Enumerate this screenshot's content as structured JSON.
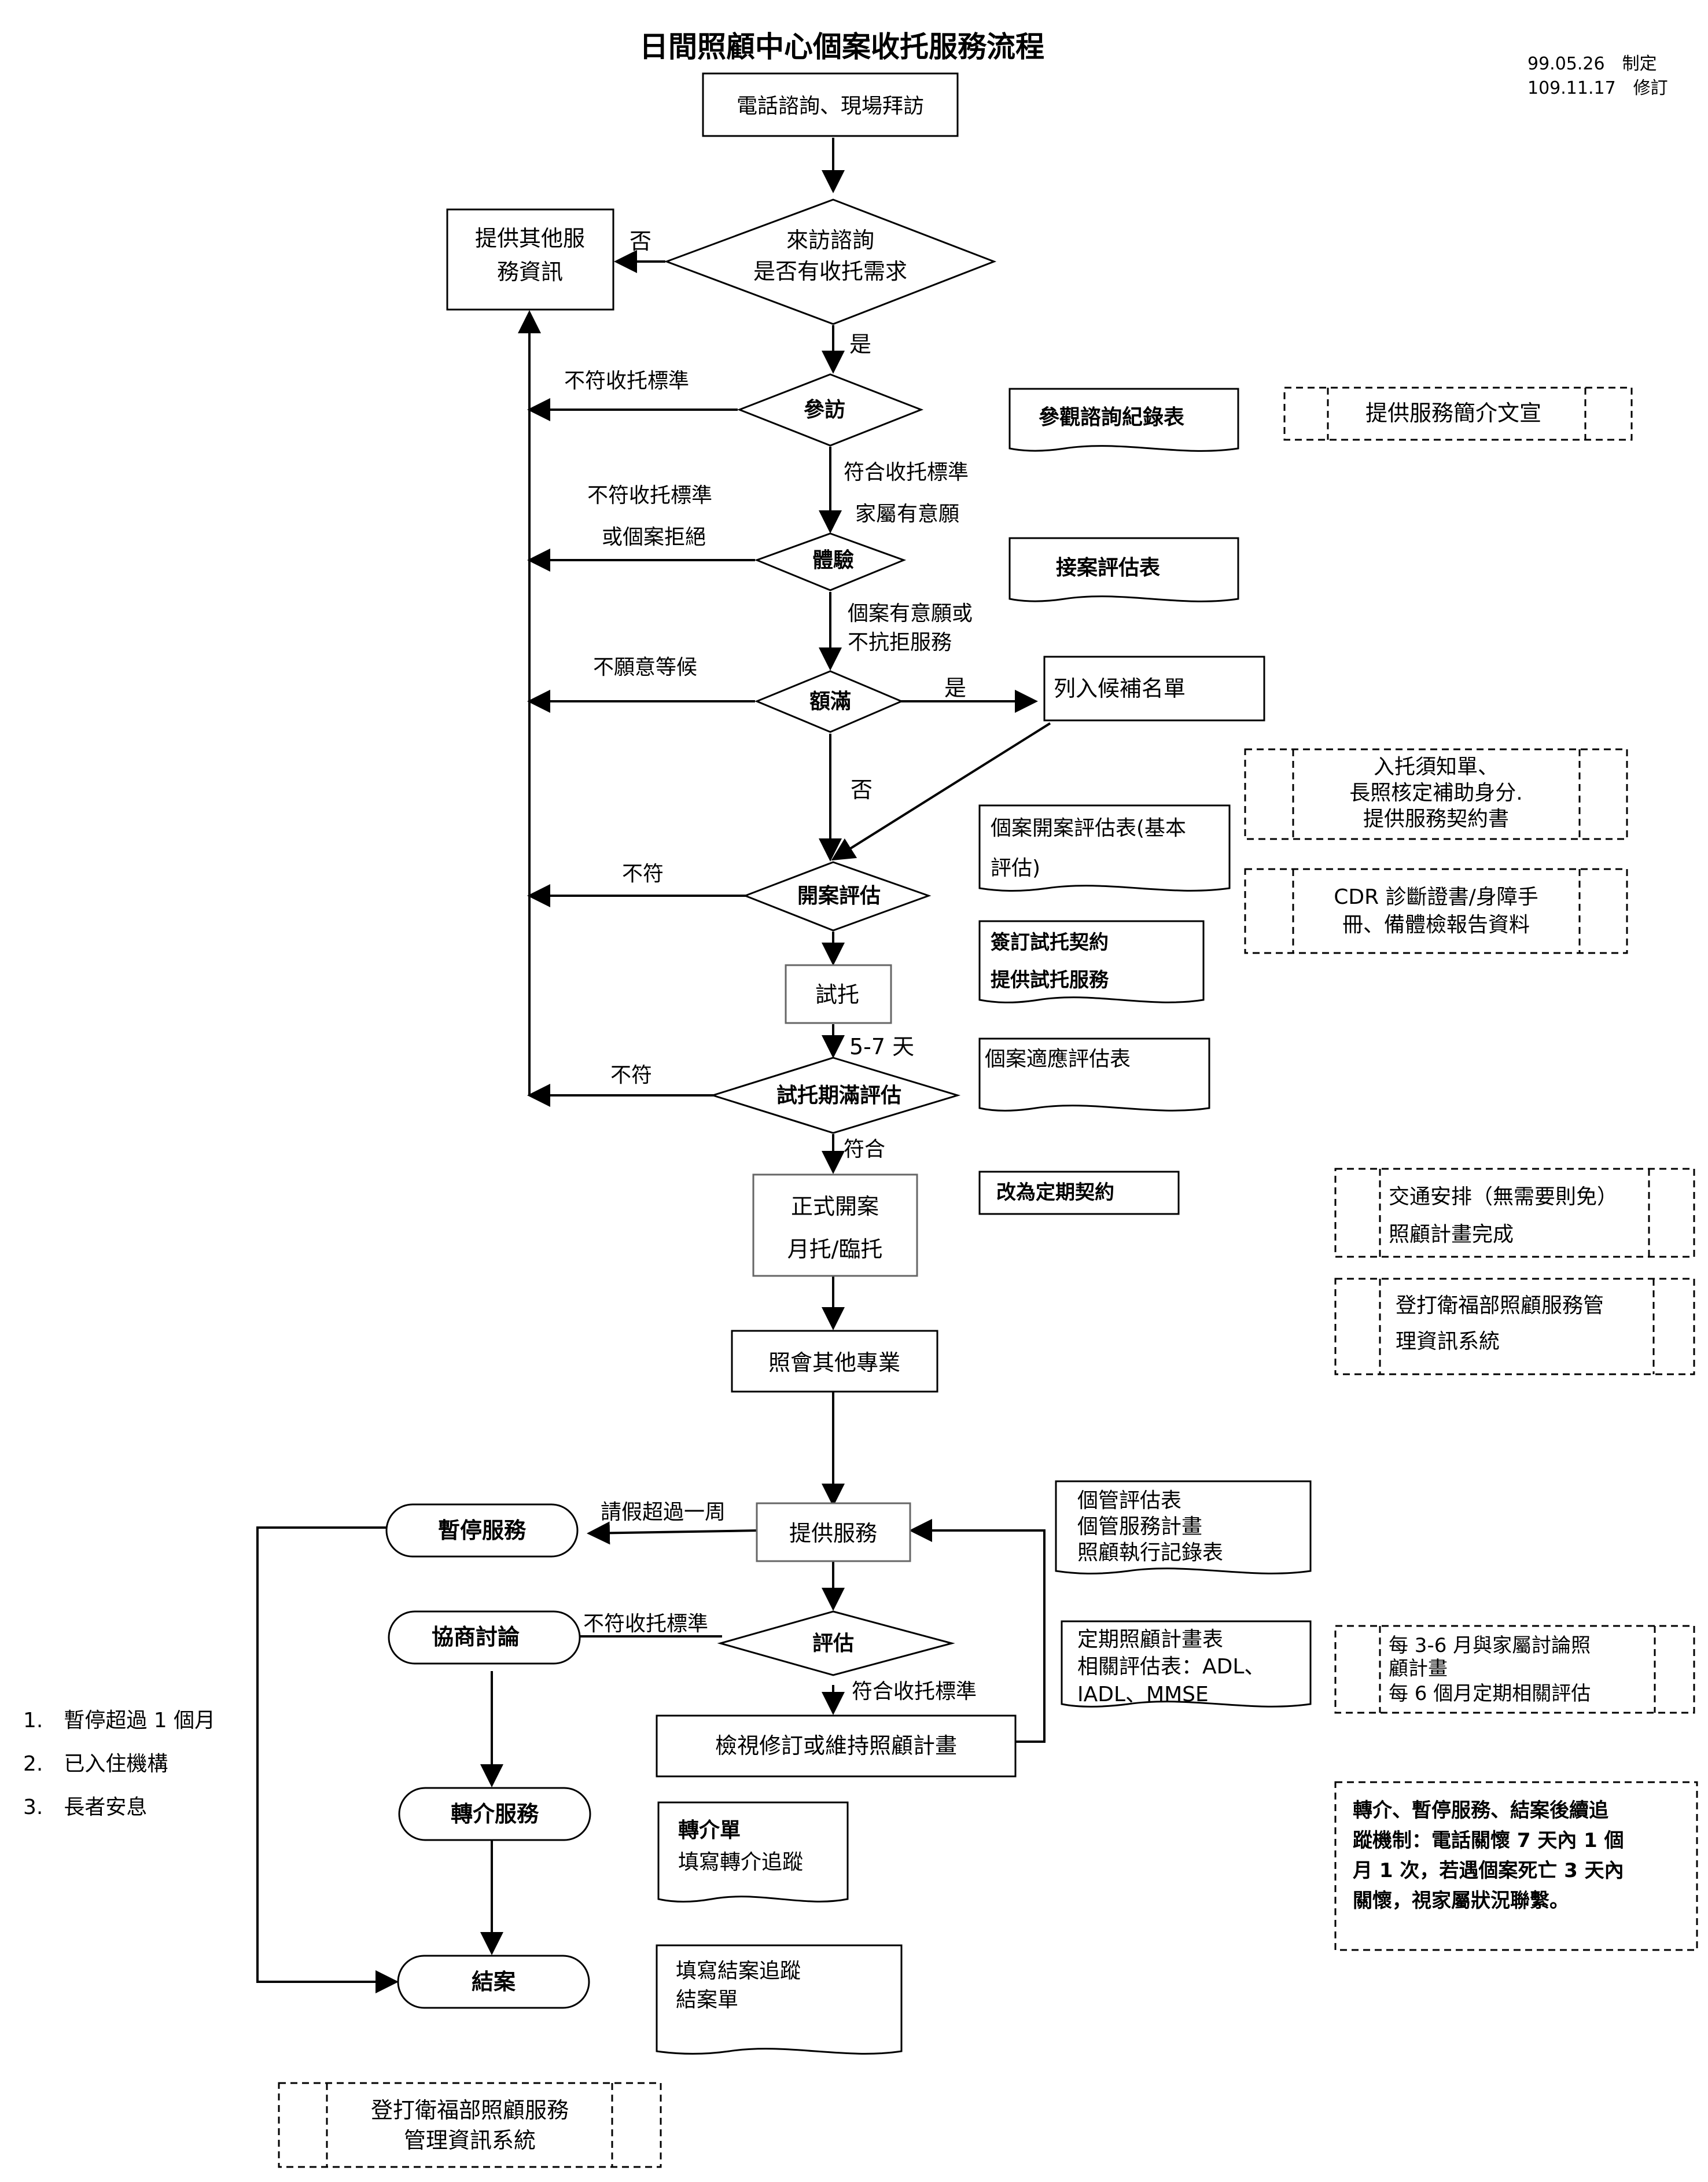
{
  "title": "日間照顧中心個案收托服務流程",
  "revision": {
    "made": "99.05.26　制定",
    "revised": "109.11.17　修訂"
  },
  "nodes": {
    "phone_visit": "電話諮詢、現場拜訪",
    "other_info": [
      "提供其他服",
      "務資訊"
    ],
    "visit_inquiry": [
      "來訪諮詢",
      "是否有收托需求"
    ],
    "tour": "參訪",
    "trial_experience": "體驗",
    "full": "額滿",
    "waitlist": "列入候補名單",
    "open_eval": "開案評估",
    "trial": "試托",
    "trial_end_eval": "試托期滿評估",
    "formal_open": [
      "正式開案",
      "月托/臨托"
    ],
    "notify": "照會其他專業",
    "provide_service": "提供服務",
    "suspend": "暫停服務",
    "negotiate": "協商討論",
    "assess": "評估",
    "review_plan": "檢視修訂或維持照顧計畫",
    "referral": "轉介服務",
    "close": "結案"
  },
  "edge_labels": {
    "no": "否",
    "yes": "是",
    "not_meet_1": "不符收托標準",
    "meet_criteria": "符合收托標準",
    "family_willing": "家屬有意願",
    "not_meet_or_refuse": [
      "不符收托標準",
      "或個案拒絕"
    ],
    "case_willing": [
      "個案有意願或",
      "不抗拒服務"
    ],
    "unwilling_wait": "不願意等候",
    "yes_full": "是",
    "no_full": "否",
    "not_match_1": "不符",
    "days": "5-7 天",
    "not_match_2": "不符",
    "match": "符合",
    "leave_week": "請假超過一周",
    "not_meet_2": "不符收托標準",
    "meet_2": "符合收托標準"
  },
  "documents": {
    "visit_record": "參觀諮詢紀錄表",
    "intake_eval": "接案評估表",
    "open_eval_form": [
      "個案開案評估表(基本",
      "評估)"
    ],
    "sign_trial": [
      "簽訂試托契約",
      "提供試托服務"
    ],
    "adaptation": "個案適應評估表",
    "fixed_contract": "改為定期契約",
    "case_mgmt": [
      "個管評估表",
      "個管服務計畫",
      "照顧執行記錄表"
    ],
    "periodic_plan": [
      "定期照顧計畫表",
      "相關評估表：ADL、",
      "IADL、MMSE"
    ],
    "referral_form": [
      "轉介單",
      "填寫轉介追蹤"
    ],
    "close_form": [
      "填寫結案追蹤",
      "結案單"
    ]
  },
  "notes": {
    "brochure": "提供服務簡介文宣",
    "admission": [
      "入托須知單、",
      "長照核定補助身分.",
      "提供服務契約書"
    ],
    "cdr": [
      "CDR 診斷證書/身障手",
      "冊、備體檢報告資料"
    ],
    "transport": [
      "交通安排（無需要則免）",
      "照顧計畫完成"
    ],
    "register_1": [
      "登打衛福部照顧服務管",
      "理資訊系統"
    ],
    "discuss": [
      "每 3-6 月與家屬討論照",
      "顧計畫",
      "每 6 個月定期相關評估"
    ],
    "followup": [
      "轉介、暫停服務、結案後續追",
      "蹤機制：電話關懷 7 天內 1 個",
      "月 1 次，若遇個案死亡 3 天內",
      "關懷，視家屬狀況聯繫。"
    ],
    "register_2": [
      "登打衛福部照顧服務",
      "管理資訊系統"
    ]
  },
  "close_reasons": [
    "1.　暫停超過 1 個月",
    "2.　已入住機構",
    "3.　長者安息"
  ]
}
